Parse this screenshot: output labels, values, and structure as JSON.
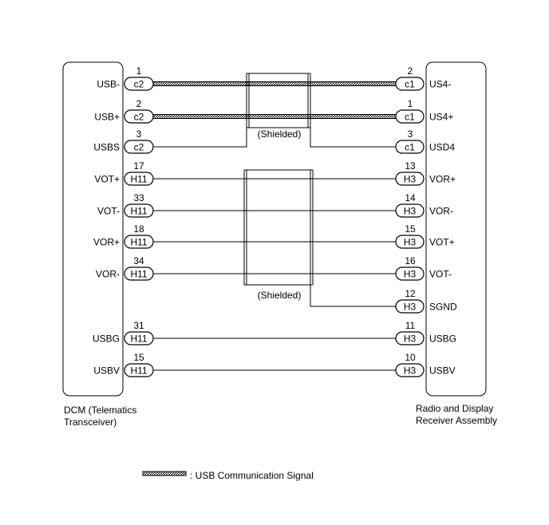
{
  "left_component": {
    "caption_line1": "DCM (Telematics",
    "caption_line2": "Transceiver)"
  },
  "right_component": {
    "caption_line1": "Radio and Display",
    "caption_line2": "Receiver Assembly"
  },
  "shield_labels": [
    "(Shielded)",
    "(Shielded)"
  ],
  "legend": {
    "label": ": USB Communication Signal"
  },
  "colors": {
    "line": "#000000",
    "background": "#ffffff"
  },
  "connections": [
    {
      "left_pin": "1",
      "left_conn": "c2",
      "left_label": "USB-",
      "right_pin": "2",
      "right_conn": "c1",
      "right_label": "US4-",
      "usb_signal": true
    },
    {
      "left_pin": "2",
      "left_conn": "c2",
      "left_label": "USB+",
      "right_pin": "1",
      "right_conn": "c1",
      "right_label": "US4+",
      "usb_signal": true
    },
    {
      "left_pin": "3",
      "left_conn": "c2",
      "left_label": "USBS",
      "right_pin": "3",
      "right_conn": "c1",
      "right_label": "USD4",
      "usb_signal": false
    },
    {
      "left_pin": "17",
      "left_conn": "H11",
      "left_label": "VOT+",
      "right_pin": "13",
      "right_conn": "H3",
      "right_label": "VOR+",
      "usb_signal": false
    },
    {
      "left_pin": "33",
      "left_conn": "H11",
      "left_label": "VOT-",
      "right_pin": "14",
      "right_conn": "H3",
      "right_label": "VOR-",
      "usb_signal": false
    },
    {
      "left_pin": "18",
      "left_conn": "H11",
      "left_label": "VOR+",
      "right_pin": "15",
      "right_conn": "H3",
      "right_label": "VOT+",
      "usb_signal": false
    },
    {
      "left_pin": "34",
      "left_conn": "H11",
      "left_label": "VOR-",
      "right_pin": "16",
      "right_conn": "H3",
      "right_label": "VOT-",
      "usb_signal": false
    },
    {
      "left_pin": "",
      "left_conn": "",
      "left_label": "",
      "right_pin": "12",
      "right_conn": "H3",
      "right_label": "SGND",
      "usb_signal": false
    },
    {
      "left_pin": "31",
      "left_conn": "H11",
      "left_label": "USBG",
      "right_pin": "11",
      "right_conn": "H3",
      "right_label": "USBG",
      "usb_signal": false
    },
    {
      "left_pin": "15",
      "left_conn": "H11",
      "left_label": "USBV",
      "right_pin": "10",
      "right_conn": "H3",
      "right_label": "USBV",
      "usb_signal": false
    }
  ]
}
